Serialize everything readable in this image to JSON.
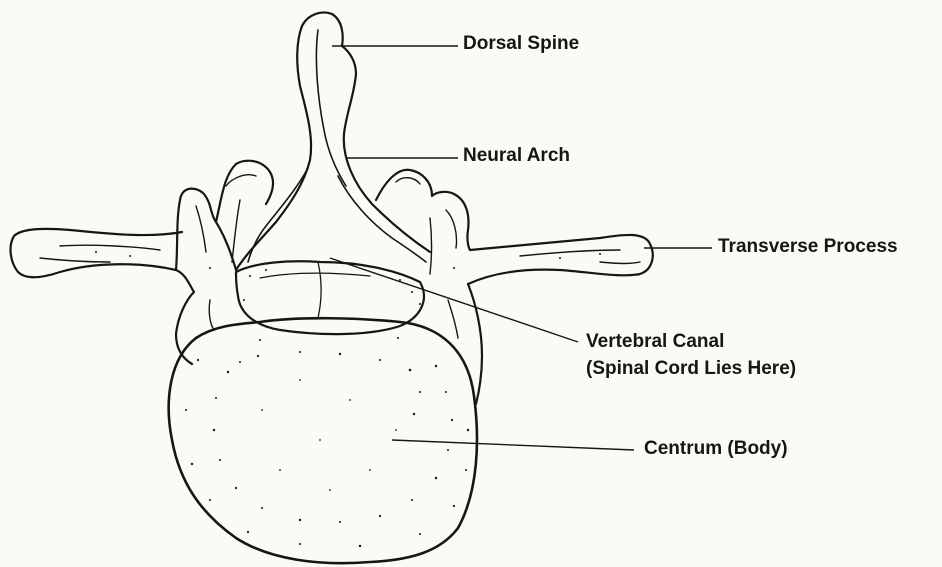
{
  "labels": {
    "dorsal_spine": "Dorsal Spine",
    "neural_arch": "Neural Arch",
    "transverse_process": "Transverse Process",
    "vertebral_canal_line1": "Vertebral Canal",
    "vertebral_canal_line2": "(Spinal Cord Lies Here)",
    "centrum": "Centrum (Body)"
  },
  "colors": {
    "background": "#fbfaf6",
    "ink": "#161616"
  }
}
